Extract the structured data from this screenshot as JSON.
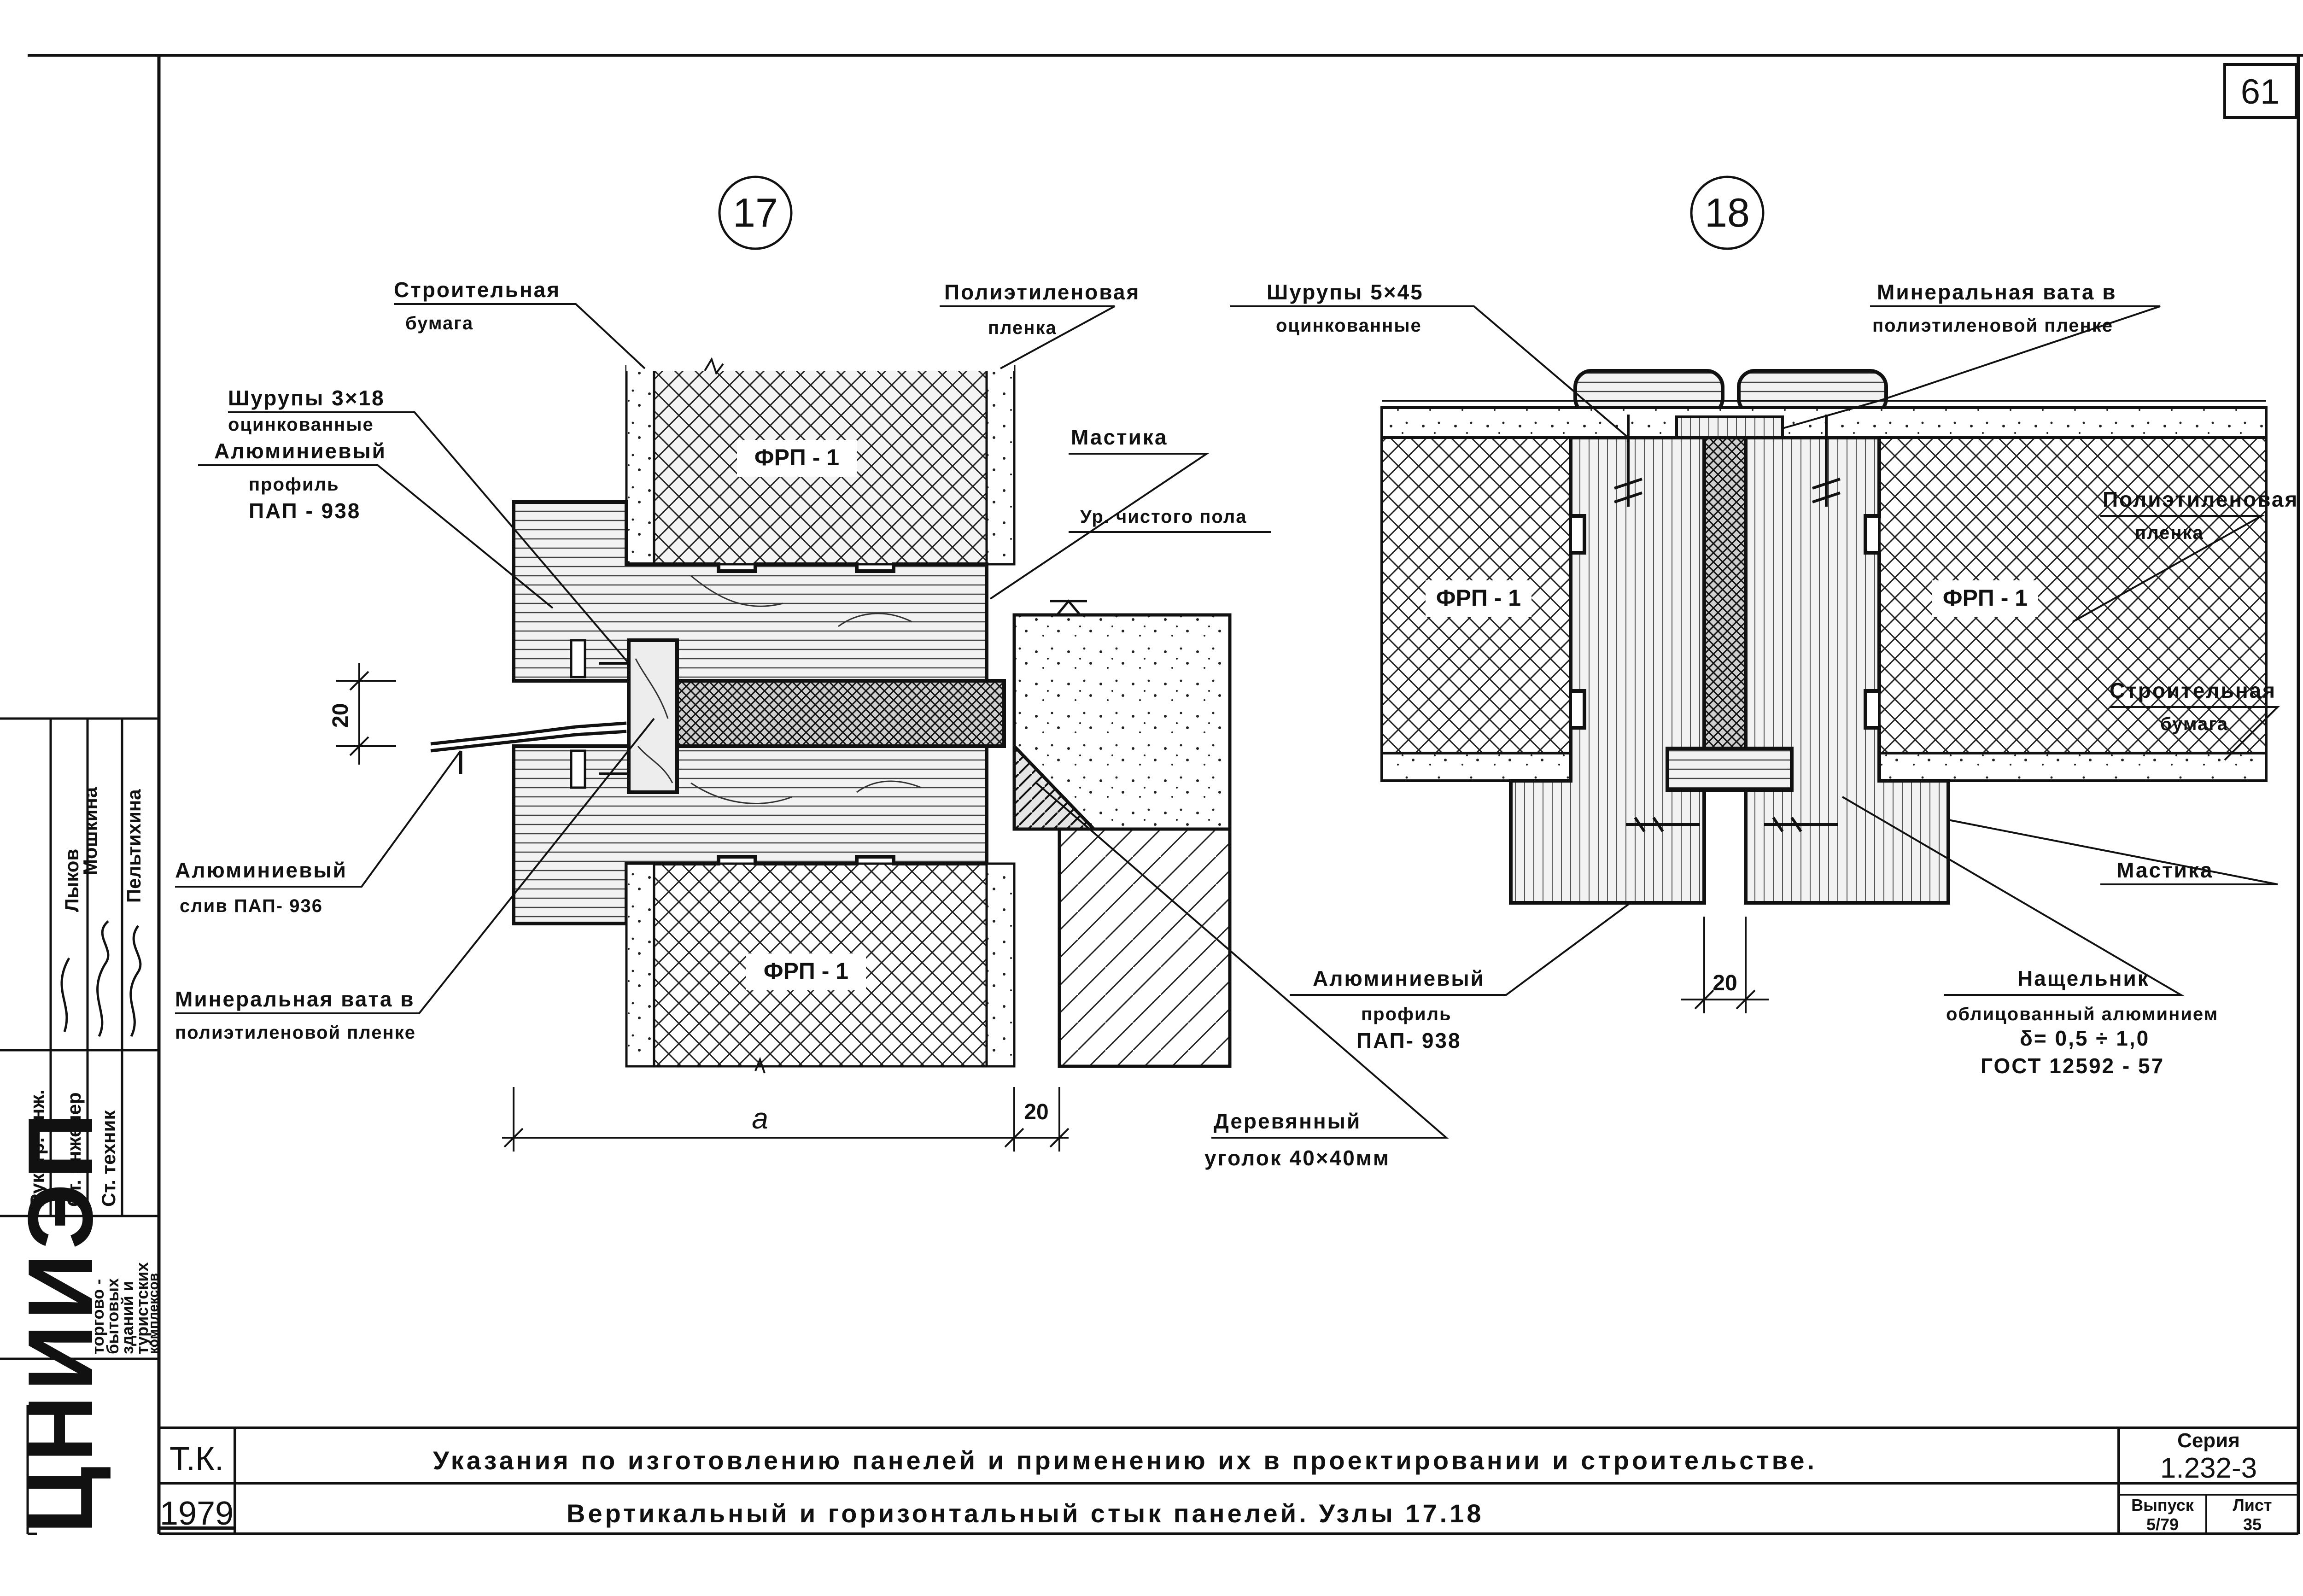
{
  "sheet": {
    "number": "61",
    "sign_label": "Т.К.",
    "year": "1979",
    "title_line1": "Указания по изготовлению панелей и применению их в проектировании и строительстве.",
    "title_line2": "Вертикальный и горизонтальный стык панелей. Узлы 17.18",
    "series_label": "Серия",
    "series_value": "1.232-3",
    "issue_label": "Выпуск",
    "issue_value": "5/79",
    "sheet_label": "Лист",
    "sheet_value": "35"
  },
  "organization": {
    "name": "ЦНИИЭП",
    "description": [
      "торгово -",
      "бытовых",
      "зданий и",
      "туристских",
      "комплексов"
    ]
  },
  "signatures": [
    {
      "role": "Рук. гр. инж.",
      "name": "Лыков"
    },
    {
      "role": "Ст. инженер",
      "name": "Мошкина"
    },
    {
      "role": "Ст. техник",
      "name": "Пельтихина"
    }
  ],
  "node17": {
    "number": "17",
    "labels": {
      "building_paper": [
        "Строительная",
        "бумага"
      ],
      "screws": [
        "Шурупы 3×18",
        "оцинкованные"
      ],
      "al_profile": [
        "Алюминиевый",
        "профиль",
        "ПАП - 938"
      ],
      "poly_film": [
        "Полиэтиленовая",
        "пленка"
      ],
      "mastic": "Мастика",
      "floor_level": "Ур. чистого пола",
      "drip": [
        "Алюминиевый",
        "слив ПАП- 936"
      ],
      "mineral_wool": [
        "Минеральная вата в",
        "полиэтиленовой пленке"
      ],
      "wood_angle": [
        "Деревянный",
        "уголок 40×40мм"
      ]
    },
    "fills": [
      "ФРП - 1",
      "ФРП - 1"
    ],
    "dims": {
      "joint": "20",
      "a": "a",
      "gap": "20"
    }
  },
  "node18": {
    "number": "18",
    "labels": {
      "screws": [
        "Шурупы 5×45",
        "оцинкованные"
      ],
      "mineral_wool": [
        "Минеральная вата в",
        "полиэтиленовой пленке"
      ],
      "poly_film": [
        "Полиэтиленовая",
        "пленка"
      ],
      "building_paper": [
        "Строительная",
        "бумага"
      ],
      "mastic": "Мастика",
      "al_profile": [
        "Алюминиевый",
        "профиль",
        "ПАП- 938"
      ],
      "cover_strip": [
        "Нащельник",
        "облицованный алюминием",
        "δ= 0,5 ÷ 1,0",
        "ГОСТ 12592 - 57"
      ]
    },
    "fills": [
      "ФРП - 1",
      "ФРП - 1"
    ],
    "dims": {
      "gap": "20"
    }
  }
}
